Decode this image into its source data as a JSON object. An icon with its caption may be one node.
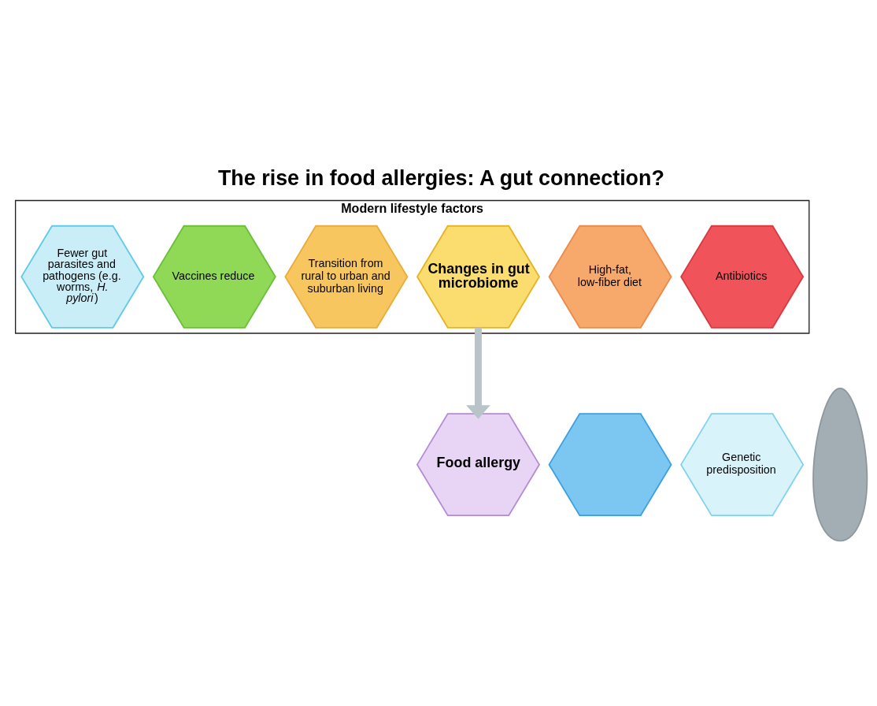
{
  "diagram": {
    "title": "The rise in food allergies: A gut connection?",
    "nodes": [
      {
        "text": [
          "Modern lifestyle factors"
        ]
      },
      {
        "text": [
          "Antibiotics"
        ],
        "in": 0
      },
      {
        "text": [
          "High-fat, low-fiber diet"
        ],
        "in": 0
      },
      {
        "text": [
          "Changes in gut microbiome"
        ],
        "in": 0
      },
      {
        "text": [
          "Transition from rural to urban and suburban living"
        ],
        "in": 0
      },
      {
        "text": [
          "Vaccines reduce"
        ],
        "in": 0
      },
      {
        "text": [
          "Fewer gut parasites and pathogens (e.g. worms, *H. pylori*)"
        ],
        "in": 0
      },
      {
        "text": [
          "Food allergy"
        ]
      },
      {
        "text": [],
        "shape": "hexagon"
      },
      {
        "text": [
          "Genetic predisposition"
        ]
      },
      {
        "text": [],
        "shape": "person"
      }
    ],
    "edges": [
      {
        "from": 3,
        "to": 7,
        "arrow": "to"
      }
    ]
  }
}
